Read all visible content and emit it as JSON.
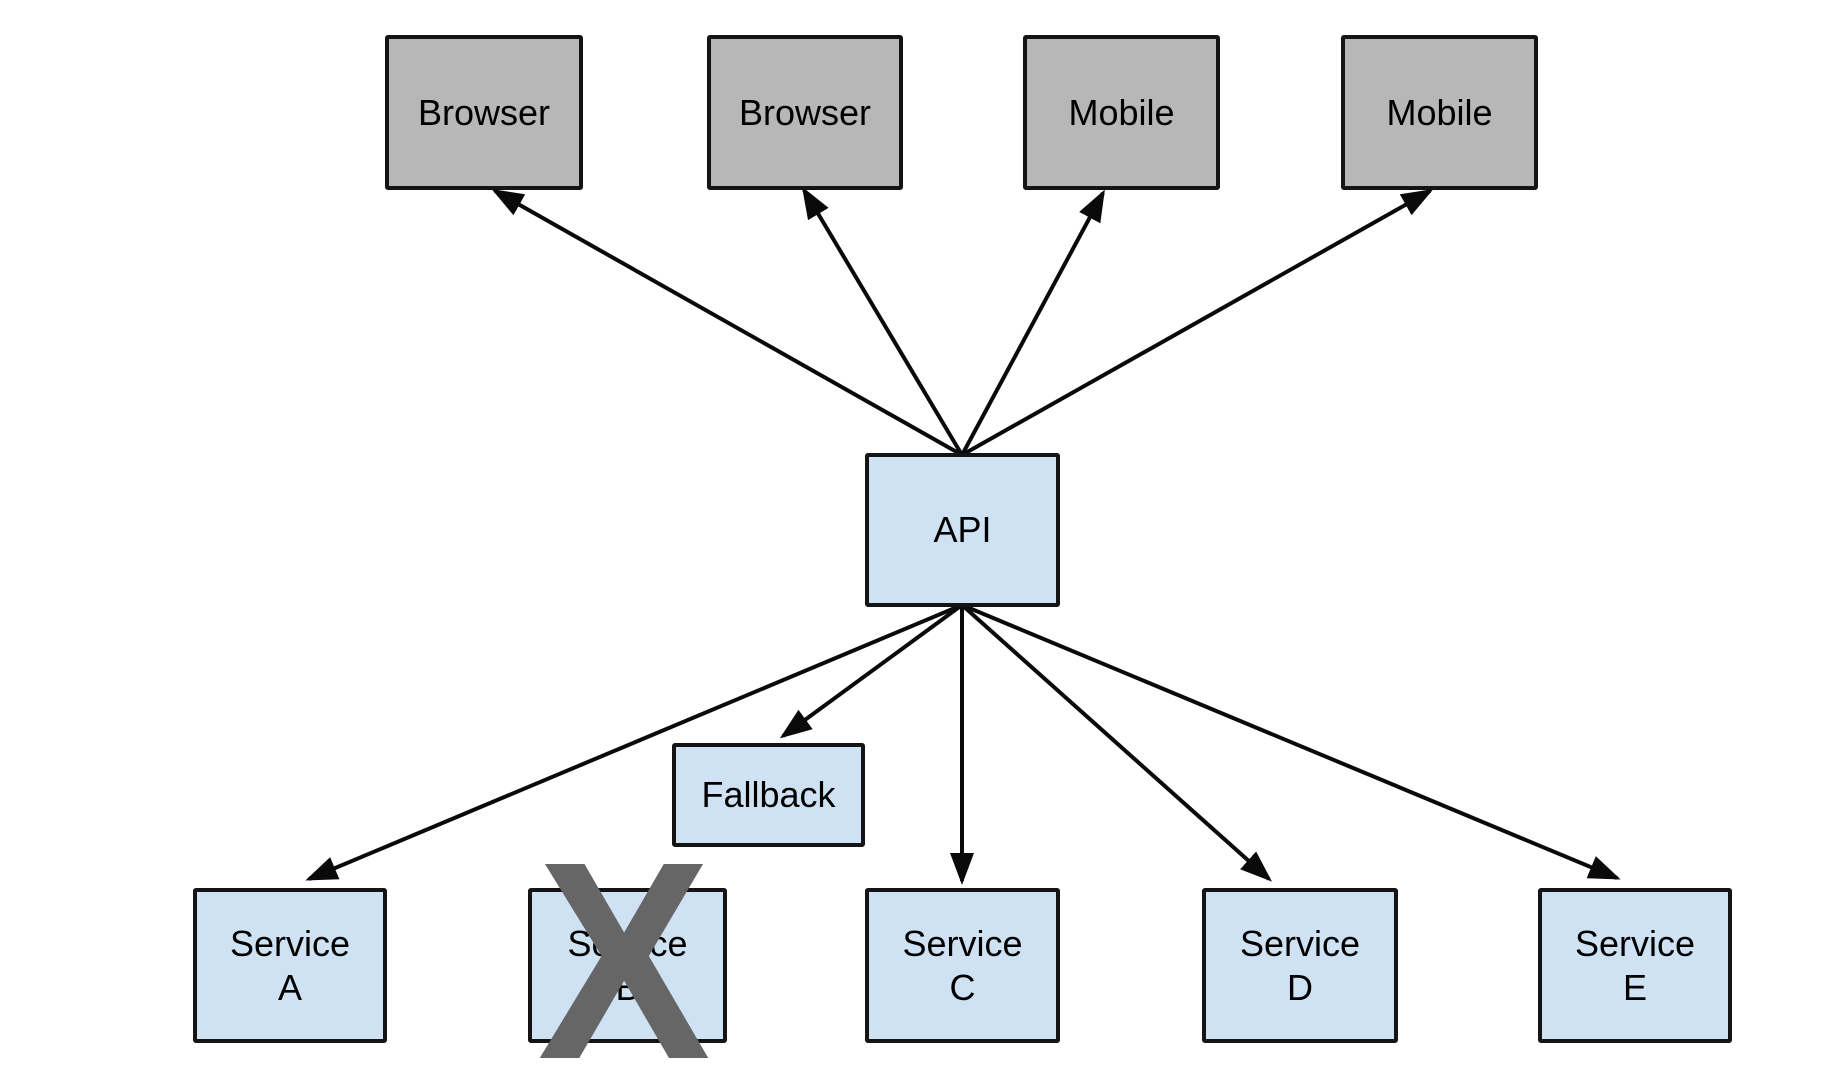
{
  "nodes": [
    {
      "id": "browser-1",
      "label": "Browser",
      "kind": "client"
    },
    {
      "id": "browser-2",
      "label": "Browser",
      "kind": "client"
    },
    {
      "id": "mobile-1",
      "label": "Mobile",
      "kind": "client"
    },
    {
      "id": "mobile-2",
      "label": "Mobile",
      "kind": "client"
    },
    {
      "id": "api",
      "label": "API",
      "kind": "service"
    },
    {
      "id": "fallback",
      "label": "Fallback",
      "kind": "service"
    },
    {
      "id": "service-a",
      "lines": [
        "Service",
        "A"
      ],
      "kind": "service"
    },
    {
      "id": "service-b",
      "lines": [
        "Service",
        "B"
      ],
      "kind": "service",
      "crossed_out": true
    },
    {
      "id": "service-c",
      "lines": [
        "Service",
        "C"
      ],
      "kind": "service"
    },
    {
      "id": "service-d",
      "lines": [
        "Service",
        "D"
      ],
      "kind": "service"
    },
    {
      "id": "service-e",
      "lines": [
        "Service",
        "E"
      ],
      "kind": "service"
    }
  ],
  "edges": [
    {
      "from": "api",
      "to": "browser-1"
    },
    {
      "from": "api",
      "to": "browser-2"
    },
    {
      "from": "api",
      "to": "mobile-1"
    },
    {
      "from": "api",
      "to": "mobile-2"
    },
    {
      "from": "api",
      "to": "service-a"
    },
    {
      "from": "api",
      "to": "fallback"
    },
    {
      "from": "api",
      "to": "service-c"
    },
    {
      "from": "api",
      "to": "service-d"
    },
    {
      "from": "api",
      "to": "service-e"
    }
  ],
  "cross": {
    "glyph": "X",
    "over": "service-b"
  },
  "colors": {
    "background": "#ffffff",
    "client_fill": "#b7b7b7",
    "service_fill": "#cfe2f3",
    "border": "#141414",
    "arrow": "#0a0a0a",
    "cross_color": "#666666",
    "text": "#000000"
  }
}
